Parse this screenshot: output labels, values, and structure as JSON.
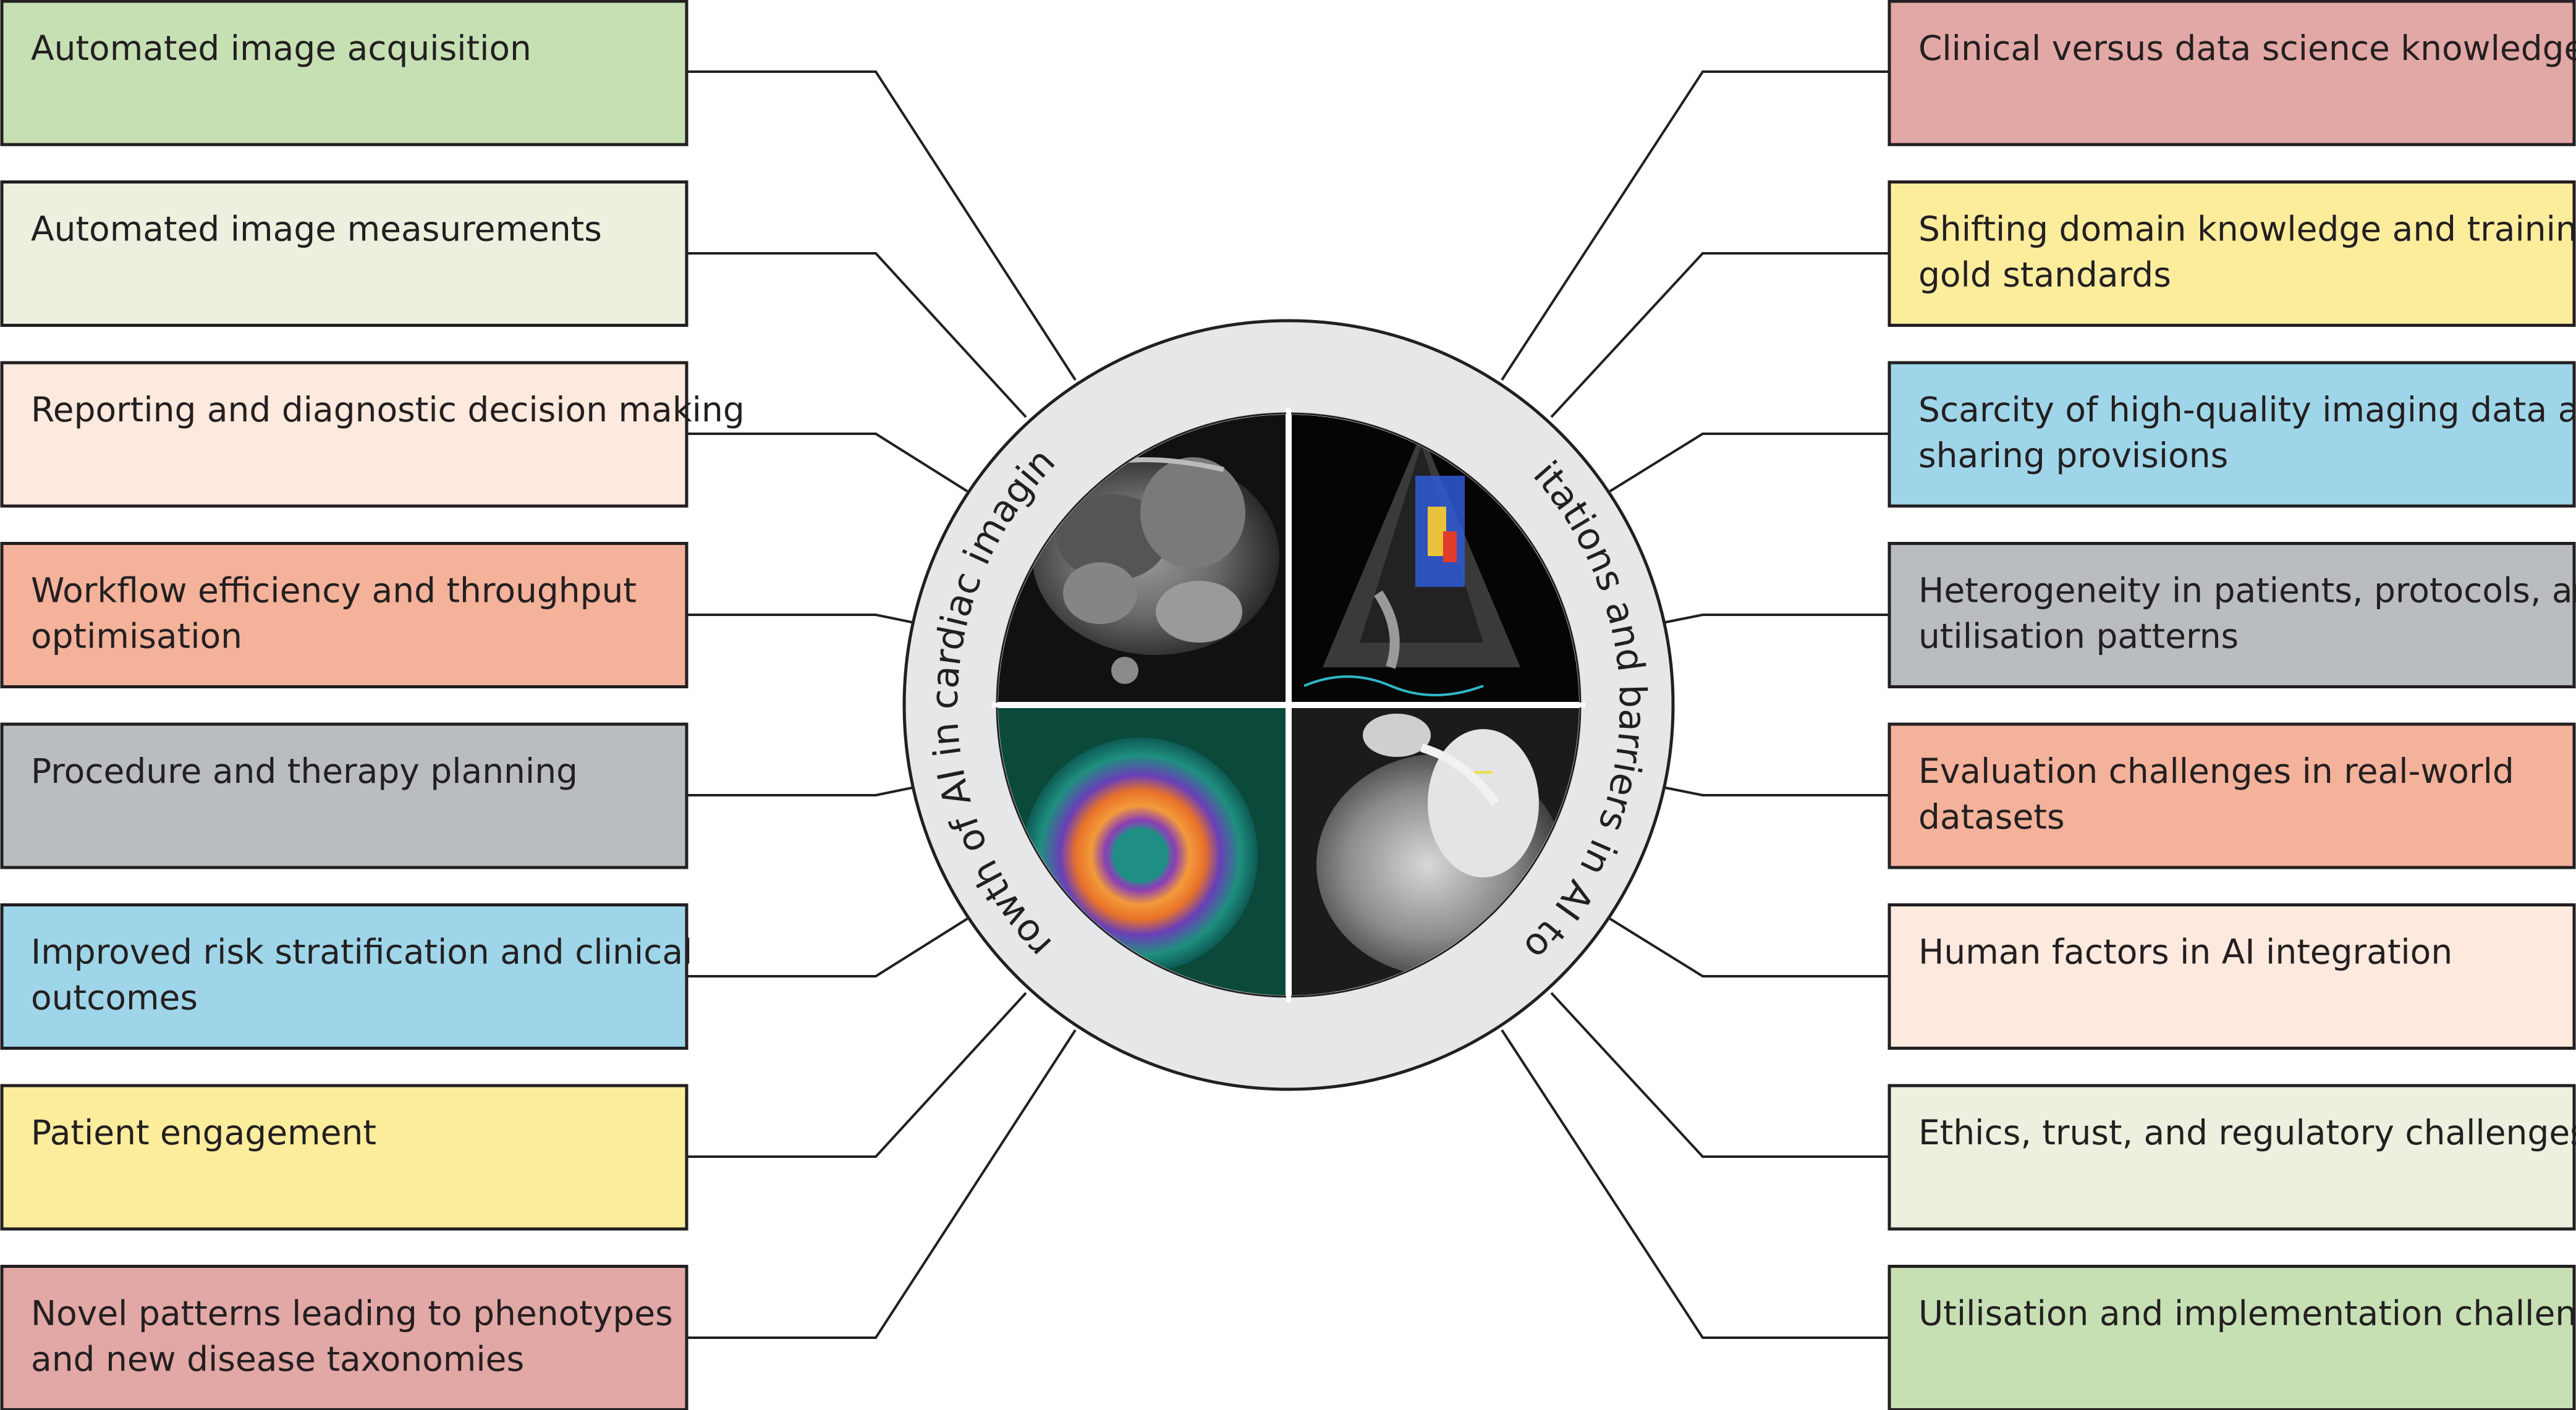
{
  "center": {
    "left_arc_text": "Growth of AI in cardiac imaging",
    "right_arc_text": "Limitations and barriers in AI tools",
    "images": [
      {
        "name": "cardiac-mri-image"
      },
      {
        "name": "doppler-echocardiography-image"
      },
      {
        "name": "nuclear-perfusion-spect-image"
      },
      {
        "name": "coronary-ct-angiography-image"
      }
    ]
  },
  "left_items": [
    {
      "lines": [
        "Automated image acquisition"
      ],
      "color": "#c6e0b4"
    },
    {
      "lines": [
        "Automated image measurements"
      ],
      "color": "#ebf1de"
    },
    {
      "lines": [
        "Reporting and diagnostic decision making"
      ],
      "color": "#fde9dd"
    },
    {
      "lines": [
        "Workflow efficiency and throughput",
        "optimisation"
      ],
      "color": "#f4b29a"
    },
    {
      "lines": [
        "Procedure and therapy planning"
      ],
      "color": "#b9bcc0"
    },
    {
      "lines": [
        "Improved risk stratification and clinical",
        "outcomes"
      ],
      "color": "#9fd5e8"
    },
    {
      "lines": [
        "Patient engagement"
      ],
      "color": "#fbed9c"
    },
    {
      "lines": [
        "Novel patterns leading to phenotypes",
        "and new disease taxonomies"
      ],
      "color": "#e2a8a6"
    }
  ],
  "right_items": [
    {
      "lines": [
        "Clinical versus data science knowledge gap"
      ],
      "color": "#e2a8a6"
    },
    {
      "lines": [
        "Shifting domain knowledge and training",
        "gold standards"
      ],
      "color": "#fbed9c"
    },
    {
      "lines": [
        "Scarcity of high-quality imaging data and",
        "sharing provisions"
      ],
      "color": "#9fd5e8"
    },
    {
      "lines": [
        "Heterogeneity in patients, protocols, and",
        "utilisation patterns"
      ],
      "color": "#b9bcc0"
    },
    {
      "lines": [
        "Evaluation challenges in real-world",
        "datasets"
      ],
      "color": "#f4b29a"
    },
    {
      "lines": [
        "Human factors in AI integration"
      ],
      "color": "#fde9dd"
    },
    {
      "lines": [
        "Ethics, trust, and regulatory challenges"
      ],
      "color": "#ebf1de"
    },
    {
      "lines": [
        "Utilisation and implementation challenges"
      ],
      "color": "#c6e0b4"
    }
  ],
  "colors": {
    "ring": "#e6e7e9",
    "border": "#231f20"
  }
}
